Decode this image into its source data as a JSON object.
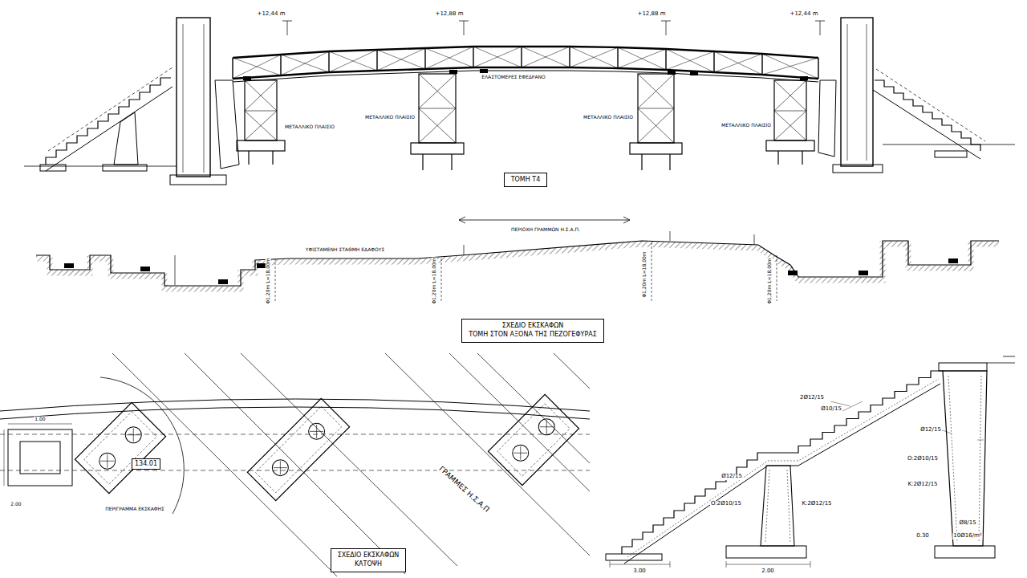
{
  "diagram": {
    "nodes": [
      {
        "text": [
          "ΤΟΜΗ Τ4"
        ]
      },
      {
        "text": [
          "ΣΧΕΔΙΟ ΕΚΣΚΑΦΩΝ",
          "ΤΟΜΗ ΣΤΟΝ ΑΞΟΝΑ ΤΗΣ ΠΕΖΟΓΕΦΥΡΑΣ"
        ]
      },
      {
        "text": [
          "ΣΧΕΔΙΟ ΕΚΣΚΑΦΩΝ",
          "ΚΑΤΟΨΗ"
        ]
      },
      {
        "text": [
          "134.01"
        ]
      }
    ],
    "labels": [
      "+12,44 m",
      "+12,88 m",
      "+12,88 m",
      "+12,44 m",
      "ΜΕΤΑΛΛΙΚΟ ΠΛΑΙΣΙΟ",
      "ΜΕΤΑΛΛΙΚΟ ΠΛΑΙΣΙΟ",
      "ΜΕΤΑΛΛΙΚΟ ΠΛΑΙΣΙΟ",
      "ΜΕΤΑΛΛΙΚΟ ΠΛΑΙΣΙΟ",
      "ΕΛΑΣΤΟΜΕΡΕΣ ΕΦΕΔΡΑΝΟ",
      "ΠΕΡΙΟΧΗ ΓΡΑΜΜΩΝ Η.Σ.Α.Π.",
      "ΥΦΙΣΤΑΜΕΝΗ ΣΤΑΘΜΗ ΕΔΑΦΟΥΣ",
      "Φ1,20m L=18,00m",
      "Φ1,20m L=18,00m",
      "Φ1,20m L=18,00m",
      "Φ1,20m L=18,00m",
      "ΓΡΑΜΜΕΣ Η.Σ.Α.Π",
      "ΠΕΡΙΓΡΑΜΜΑ ΕΚΣΚΑΦΗΣ",
      "1.00",
      "2.00",
      "2Ø12/15",
      "Ø10/15",
      "Ø12/15",
      "Ο:2Ø10/15",
      "Κ:2Ø12/15",
      "Ø12/15",
      "Ο:2Ø10/15",
      "Κ:2Ø12/15",
      "Ø8/15",
      "10Ø16/m²",
      "3.00",
      "2.00",
      "0.30"
    ]
  }
}
